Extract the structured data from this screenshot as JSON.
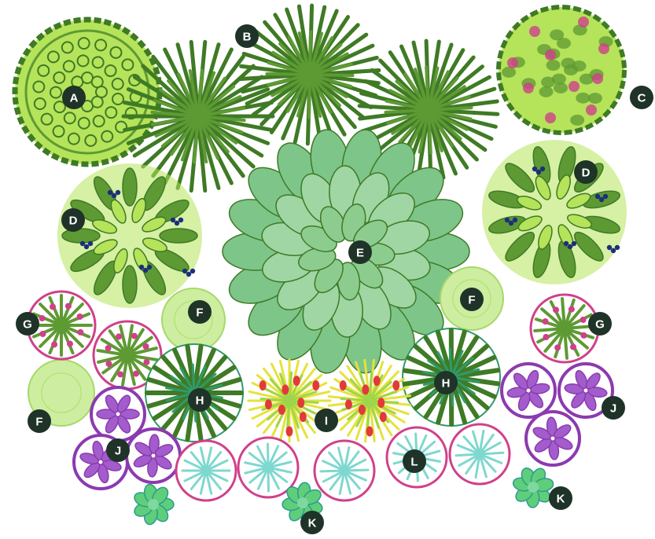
{
  "plan": {
    "background": "#ffffff",
    "colors": {
      "label_badge": "#1f3328",
      "label_text": "#ffffff",
      "dark_green": "#3f7a25",
      "mid_green": "#5e9a33",
      "lime": "#b5e35a",
      "pink": "#d0408a",
      "purple": "#8c3ab0",
      "teal": "#7ed8cf",
      "red": "#e23a3a",
      "yellow": "#e6e23a",
      "navy": "#1c2f7a"
    },
    "labels": {
      "A": "A",
      "B": "B",
      "C": "C",
      "D": "D",
      "E": "E",
      "F": "F",
      "G": "G",
      "H": "H",
      "I": "I",
      "J": "J",
      "K": "K",
      "L": "L"
    }
  }
}
